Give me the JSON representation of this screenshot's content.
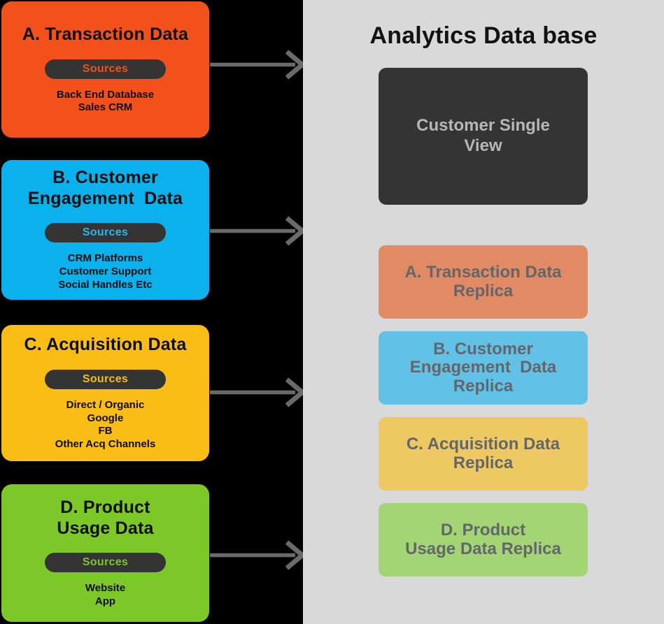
{
  "canvas": {
    "background": "#000000"
  },
  "left_boxes": [
    {
      "title": "A. Transaction Data",
      "sources_label": "Sources",
      "items": [
        "Back End Database",
        "Sales CRM"
      ],
      "color": "#F2511B"
    },
    {
      "title": "B. Customer\nEngagement  Data",
      "sources_label": "Sources",
      "items": [
        "CRM Platforms",
        "Customer Support",
        "Social Handles Etc"
      ],
      "color": "#0AB1EC"
    },
    {
      "title": "C. Acquisition Data",
      "sources_label": "Sources",
      "items": [
        "Direct / Organic",
        "Google",
        "FB",
        "Other Acq Channels"
      ],
      "color": "#F9BD16"
    },
    {
      "title": "D. Product\nUsage Data",
      "sources_label": "Sources",
      "items": [
        "Website",
        "App"
      ],
      "color": "#7CC829"
    }
  ],
  "arrows": {
    "color": "#6A6A6A"
  },
  "pill": {
    "background": "#343434"
  },
  "panel": {
    "background": "#D9D9D9",
    "title": "Analytics Data base",
    "customer_single_view": {
      "label": "Customer Single\nView",
      "background": "#343434",
      "text_color": "#B7B7B7"
    },
    "replicas": [
      {
        "label": "A. Transaction Data\nReplica",
        "background": "#E18A64"
      },
      {
        "label": "B. Customer\nEngagement  Data\nReplica",
        "background": "#62C1E7"
      },
      {
        "label": "C. Acquisition Data\nReplica",
        "background": "#EEC863"
      },
      {
        "label": "D. Product\nUsage Data Replica",
        "background": "#A4D574"
      }
    ],
    "replica_text_color": "#63666A"
  }
}
